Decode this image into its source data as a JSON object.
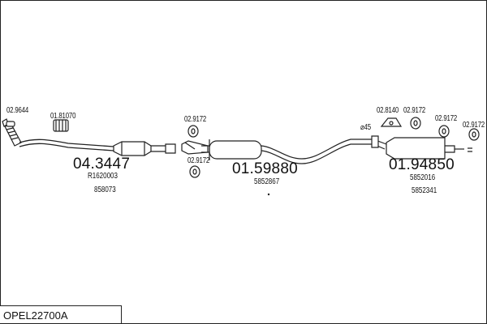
{
  "title": "OPEL22700A",
  "labels": {
    "c_029644": "02.9644",
    "c_0181070": "01.81070",
    "c_029172_a": "02.9172",
    "c_029172_b": "02.9172",
    "c_028140": "02.8140",
    "c_029172_c": "02.9172",
    "c_029172_d": "02.9172",
    "c_029172_e": "02.9172",
    "diameter": "⌀45",
    "main_043447": "04.3447",
    "main_0159880": "01.59880",
    "main_0194850": "01.94850",
    "ref_r1620003": "R1620003",
    "ref_858073": "858073",
    "ref_5852867": "5852867",
    "ref_5852016": "5852016",
    "ref_5852341": "5852341"
  }
}
